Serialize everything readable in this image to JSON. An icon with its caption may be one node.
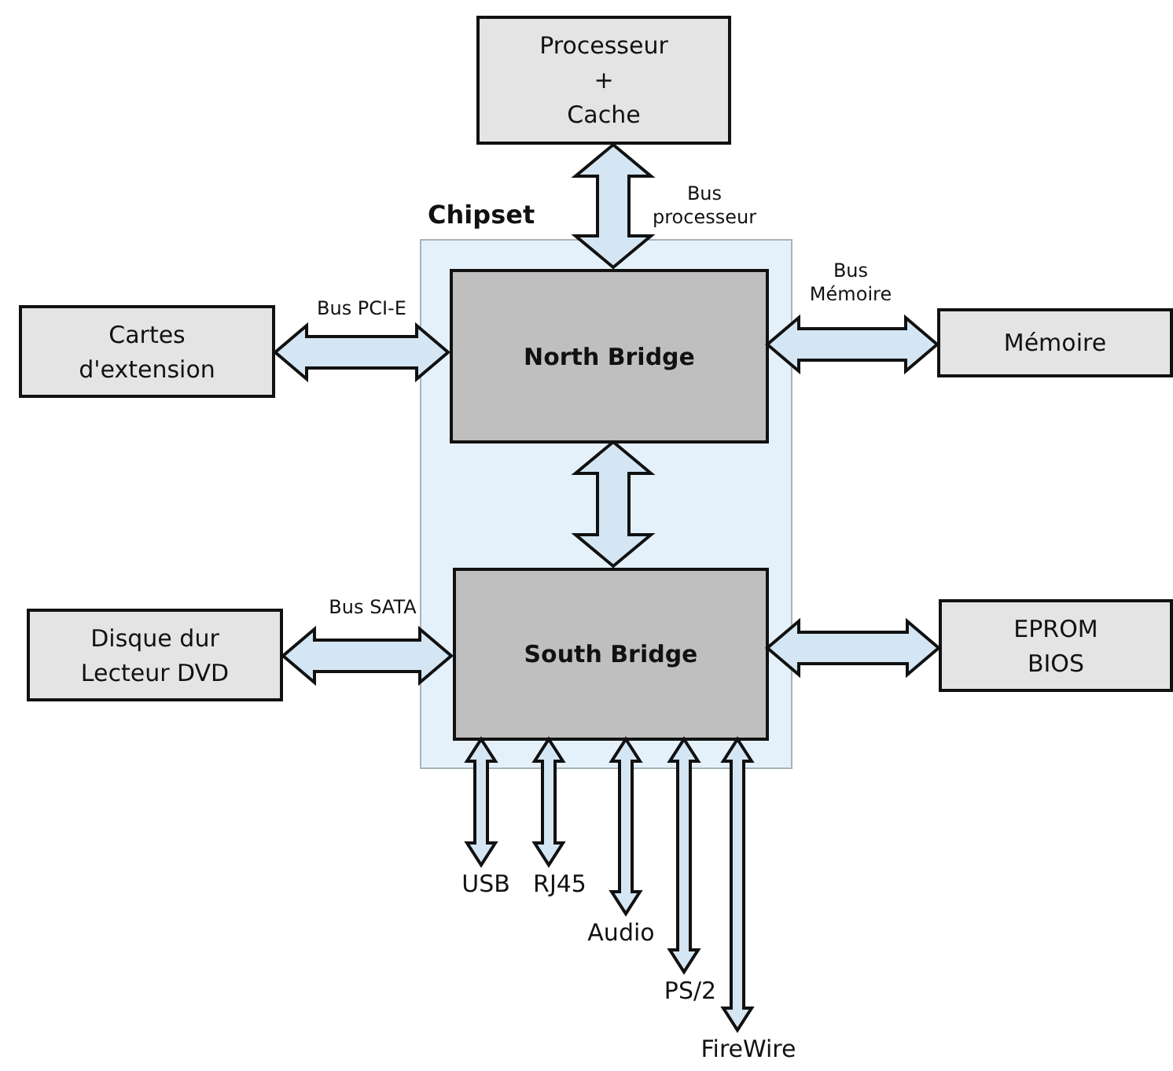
{
  "diagram": {
    "nodes": [
      {
        "text": [
          "Processeur",
          "+",
          "Cache"
        ]
      },
      {
        "text": [
          "Chipset"
        ]
      },
      {
        "text": [
          "North Bridge"
        ],
        "in": 1
      },
      {
        "text": [
          "South Bridge"
        ],
        "in": 1
      },
      {
        "text": [
          "Cartes d'extension"
        ]
      },
      {
        "text": [
          "Mémoire"
        ]
      },
      {
        "text": [
          "Disque dur",
          "Lecteur DVD"
        ]
      },
      {
        "text": [
          "EPROM",
          "BIOS"
        ]
      },
      {
        "text": [
          "USB"
        ]
      },
      {
        "text": [
          "RJ45"
        ]
      },
      {
        "text": [
          "Audio"
        ]
      },
      {
        "text": [
          "PS/2"
        ]
      },
      {
        "text": [
          "FireWire"
        ]
      }
    ],
    "edges": [
      {
        "from": 0,
        "to": 2,
        "arrow": "both",
        "label": "Bus processeur",
        "style": "thick"
      },
      {
        "from": 4,
        "to": 2,
        "arrow": "both",
        "label": "Bus PCI-E",
        "style": "thick"
      },
      {
        "from": 2,
        "to": 5,
        "arrow": "both",
        "label": "Bus Mémoire",
        "style": "thick"
      },
      {
        "from": 2,
        "to": 3,
        "arrow": "both",
        "style": "thick"
      },
      {
        "from": 6,
        "to": 3,
        "arrow": "both",
        "label": "Bus SATA",
        "style": "thick"
      },
      {
        "from": 3,
        "to": 7,
        "arrow": "both",
        "style": "thick"
      },
      {
        "from": 3,
        "to": 8,
        "arrow": "both"
      },
      {
        "from": 3,
        "to": 9,
        "arrow": "both"
      },
      {
        "from": 3,
        "to": 10,
        "arrow": "both"
      },
      {
        "from": 3,
        "to": 11,
        "arrow": "both"
      },
      {
        "from": 3,
        "to": 12,
        "arrow": "both"
      }
    ]
  }
}
